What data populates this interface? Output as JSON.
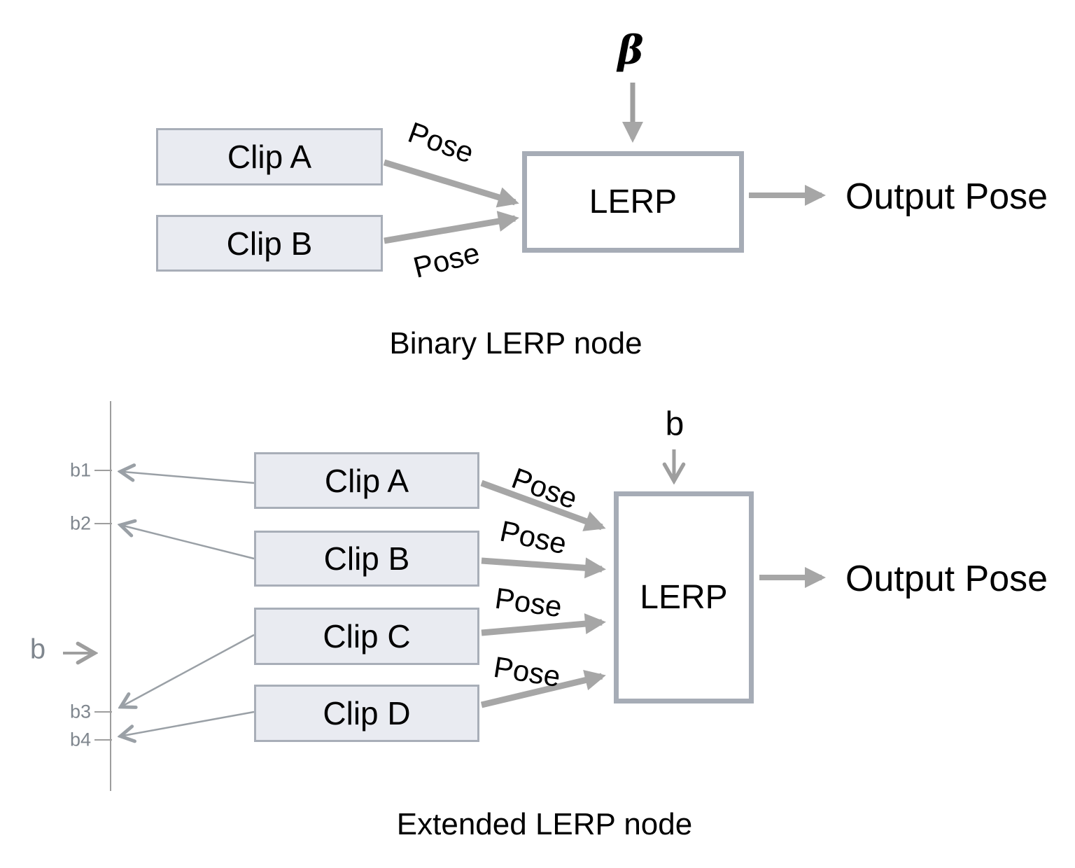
{
  "colors": {
    "box_fill": "#e9ebf1",
    "box_border": "#a8aeb8",
    "node_border": "#a6acb6",
    "arrow_thick": "#a6a6a6",
    "arrow_thin": "#9aa0a6",
    "label_gray": "#7f868e",
    "text": "#000000"
  },
  "binary": {
    "caption": "Binary LERP node",
    "clips": [
      "Clip A",
      "Clip B"
    ],
    "node": "LERP",
    "weight_input": "β",
    "output": "Output Pose",
    "pose": "Pose"
  },
  "extended": {
    "caption": "Extended LERP node",
    "clips": [
      "Clip A",
      "Clip B",
      "Clip C",
      "Clip D"
    ],
    "node": "LERP",
    "weight_input": "b",
    "output": "Output Pose",
    "pose": "Pose",
    "axis": {
      "label": "b",
      "ticks": [
        "b1",
        "b2",
        "b3",
        "b4"
      ]
    }
  }
}
